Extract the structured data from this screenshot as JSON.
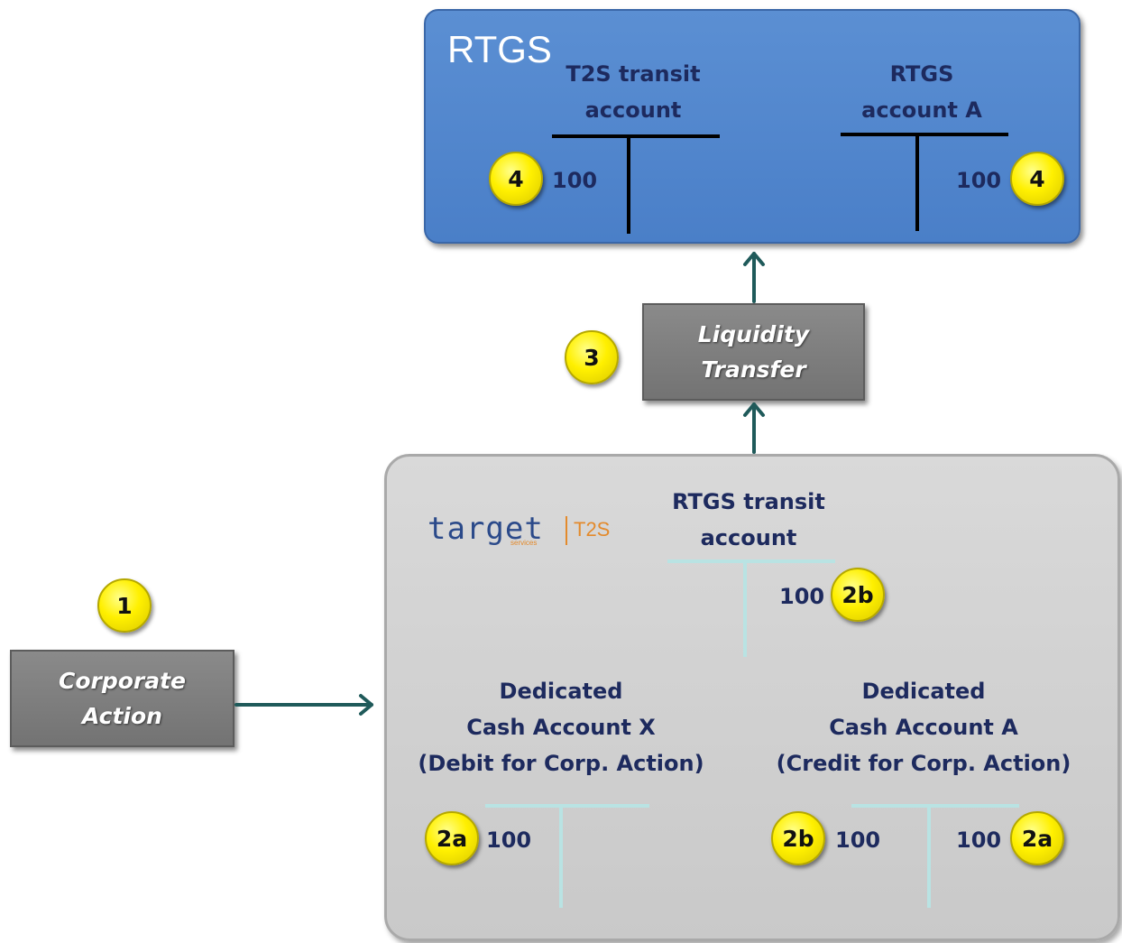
{
  "rtgs": {
    "title": "RTGS",
    "t2s_transit_account": [
      "T2S transit",
      "account"
    ],
    "rtgs_account_a": [
      "RTGS",
      "account A"
    ],
    "t2s_transit_amount": "100",
    "account_a_amount": "100"
  },
  "liquidity_transfer": [
    "Liquidity",
    "Transfer"
  ],
  "corporate_action": [
    "Corporate",
    "Action"
  ],
  "t2s": {
    "logo_word": "target",
    "logo_suffix": "T2S",
    "logo_sub": "services",
    "rtgs_transit_account": [
      "RTGS transit",
      "account"
    ],
    "rtgs_transit_amount": "100",
    "dca_x": [
      "Dedicated",
      "Cash Account  X",
      "(Debit for Corp. Action)"
    ],
    "dca_x_amount": "100",
    "dca_a": [
      "Dedicated",
      "Cash Account  A",
      "(Credit for Corp. Action)"
    ],
    "dca_a_debit_amount": "100",
    "dca_a_credit_amount": "100"
  },
  "steps": {
    "s1": "1",
    "s2a_x": "2a",
    "s2b_a": "2b",
    "s2a_a": "2a",
    "s2b_transit": "2b",
    "s3": "3",
    "s4_left": "4",
    "s4_right": "4"
  },
  "colors": {
    "rtgs_blue": "#4a7fc8",
    "t2s_gray": "#cfcfcf",
    "badge_yellow": "#fff000",
    "arrow_teal": "#1f5a5a",
    "t_account_light": "#b9e3e3"
  }
}
